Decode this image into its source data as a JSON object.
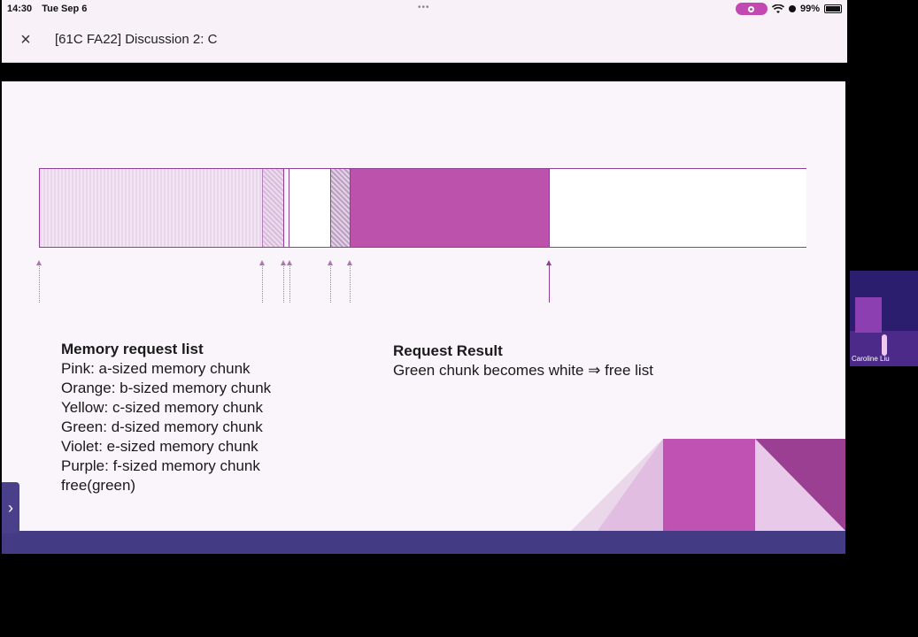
{
  "status": {
    "time": "14:30",
    "date": "Tue Sep 6",
    "battery": "99%",
    "dots": "•••"
  },
  "titlebar": {
    "close_icon": "×",
    "title": "[61C FA22] Discussion 2: C"
  },
  "memory_bar": {
    "segments": [
      {
        "name": "pink-chunk",
        "color": "#e9d3eb",
        "pattern": "hatched"
      },
      {
        "name": "orange-chunk",
        "color": "#d9c2dc",
        "pattern": "hatched"
      },
      {
        "name": "yellow-chunk",
        "color": "#faf5fa"
      },
      {
        "name": "green-chunk",
        "color": "#ffffff"
      },
      {
        "name": "violet-chunk",
        "color": "#c6a9cc",
        "pattern": "hatched"
      },
      {
        "name": "purple-chunk",
        "color": "#bd52ad"
      },
      {
        "name": "free-space",
        "color": "#ffffff"
      }
    ]
  },
  "request_list": {
    "heading": "Memory request list",
    "items": [
      "Pink: a-sized memory chunk",
      "Orange: b-sized memory chunk",
      "Yellow: c-sized memory chunk",
      "Green: d-sized memory chunk",
      "Violet: e-sized memory chunk",
      "Purple: f-sized memory chunk",
      "free(green)"
    ]
  },
  "result": {
    "heading": "Request Result",
    "text": "Green chunk becomes white ⇒ free list"
  },
  "next_tab": {
    "label": "›"
  },
  "video": {
    "name": "Caroline Liu"
  },
  "colors": {
    "accent": "#bd52ad",
    "border": "#8e3f96",
    "footer": "#433c84",
    "background": "#faf5fa"
  }
}
